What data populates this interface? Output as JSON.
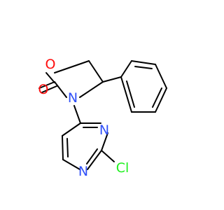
{
  "molecule": {
    "atoms": {
      "oxygen_carbonyl": {
        "symbol": "O",
        "color": "#ff0d0d"
      },
      "oxygen_ring": {
        "symbol": "O",
        "color": "#ff0d0d"
      },
      "nitrogen_oxazolidinone": {
        "symbol": "N",
        "color": "#3050f8"
      },
      "nitrogen_pyrimidine_upper": {
        "symbol": "N",
        "color": "#3050f8"
      },
      "nitrogen_pyrimidine_lower": {
        "symbol": "N",
        "color": "#3050f8"
      },
      "chlorine": {
        "symbol": "Cl",
        "color": "#1ff01f"
      }
    },
    "bond_color": "#000000"
  }
}
